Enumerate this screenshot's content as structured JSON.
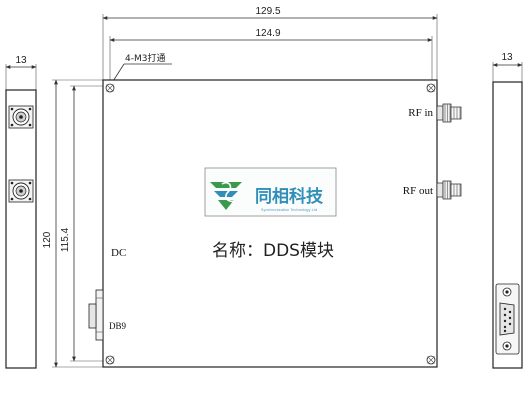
{
  "dimensions": {
    "overall_width": "129.5",
    "hole_spacing_width": "124.9",
    "overall_height": "120",
    "hole_spacing_height": "115.4",
    "left_side_thickness": "13",
    "right_side_thickness": "13"
  },
  "callouts": {
    "mounting_holes": "4-M3打通"
  },
  "ports": {
    "rf_in": "RF in",
    "rf_out": "RF out",
    "dc": "DC",
    "db9": "DB9"
  },
  "nameplate": {
    "company_cn": "同相科技",
    "company_en": "Synchronization Technology Ltd",
    "module_name": "名称：DDS模块"
  },
  "colors": {
    "logo_green": "#3a9a4a",
    "logo_blue": "#2f8fb8",
    "line": "#333333"
  }
}
